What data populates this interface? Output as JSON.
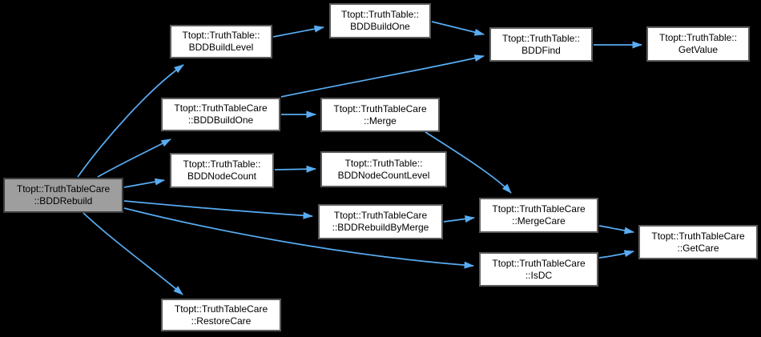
{
  "diagram": {
    "type": "call-graph",
    "background_color": "#000000",
    "edge_color": "#58acf2",
    "node_style": {
      "fill": "#ffffff",
      "border": "#5b5b5b",
      "text_color": "#000000"
    },
    "highlight_node_style": {
      "fill": "#9e9e9e",
      "border": "#3d3d3d"
    },
    "nodes": [
      {
        "id": "bdd-rebuild",
        "label": "Ttopt::TruthTableCare\n::BDDRebuild",
        "highlighted": true
      },
      {
        "id": "bdd-build-level",
        "label": "Ttopt::TruthTable::\nBDDBuildLevel",
        "highlighted": false
      },
      {
        "id": "tt-bdd-build-one",
        "label": "Ttopt::TruthTable::\nBDDBuildOne",
        "highlighted": false
      },
      {
        "id": "bdd-find",
        "label": "Ttopt::TruthTable::\nBDDFind",
        "highlighted": false
      },
      {
        "id": "get-value",
        "label": "Ttopt::TruthTable::\nGetValue",
        "highlighted": false
      },
      {
        "id": "care-bdd-build-one",
        "label": "Ttopt::TruthTableCare\n::BDDBuildOne",
        "highlighted": false
      },
      {
        "id": "merge",
        "label": "Ttopt::TruthTableCare\n::Merge",
        "highlighted": false
      },
      {
        "id": "bdd-node-count",
        "label": "Ttopt::TruthTable::\nBDDNodeCount",
        "highlighted": false
      },
      {
        "id": "bdd-node-count-level",
        "label": "Ttopt::TruthTable::\nBDDNodeCountLevel",
        "highlighted": false
      },
      {
        "id": "bdd-rebuild-by-merge",
        "label": "Ttopt::TruthTableCare\n::BDDRebuildByMerge",
        "highlighted": false
      },
      {
        "id": "merge-care",
        "label": "Ttopt::TruthTableCare\n::MergeCare",
        "highlighted": false
      },
      {
        "id": "is-dc",
        "label": "Ttopt::TruthTableCare\n::IsDC",
        "highlighted": false
      },
      {
        "id": "get-care",
        "label": "Ttopt::TruthTableCare\n::GetCare",
        "highlighted": false
      },
      {
        "id": "restore-care",
        "label": "Ttopt::TruthTableCare\n::RestoreCare",
        "highlighted": false
      }
    ],
    "edges": [
      {
        "from": "bdd-rebuild",
        "to": "bdd-build-level"
      },
      {
        "from": "bdd-rebuild",
        "to": "care-bdd-build-one"
      },
      {
        "from": "bdd-rebuild",
        "to": "bdd-node-count"
      },
      {
        "from": "bdd-rebuild",
        "to": "bdd-rebuild-by-merge"
      },
      {
        "from": "bdd-rebuild",
        "to": "is-dc"
      },
      {
        "from": "bdd-rebuild",
        "to": "restore-care"
      },
      {
        "from": "bdd-build-level",
        "to": "tt-bdd-build-one"
      },
      {
        "from": "tt-bdd-build-one",
        "to": "bdd-find"
      },
      {
        "from": "bdd-find",
        "to": "get-value"
      },
      {
        "from": "care-bdd-build-one",
        "to": "bdd-find"
      },
      {
        "from": "care-bdd-build-one",
        "to": "merge"
      },
      {
        "from": "bdd-node-count",
        "to": "bdd-node-count-level"
      },
      {
        "from": "merge",
        "to": "merge-care"
      },
      {
        "from": "bdd-rebuild-by-merge",
        "to": "merge-care"
      },
      {
        "from": "merge-care",
        "to": "get-care"
      },
      {
        "from": "is-dc",
        "to": "get-care"
      }
    ]
  }
}
